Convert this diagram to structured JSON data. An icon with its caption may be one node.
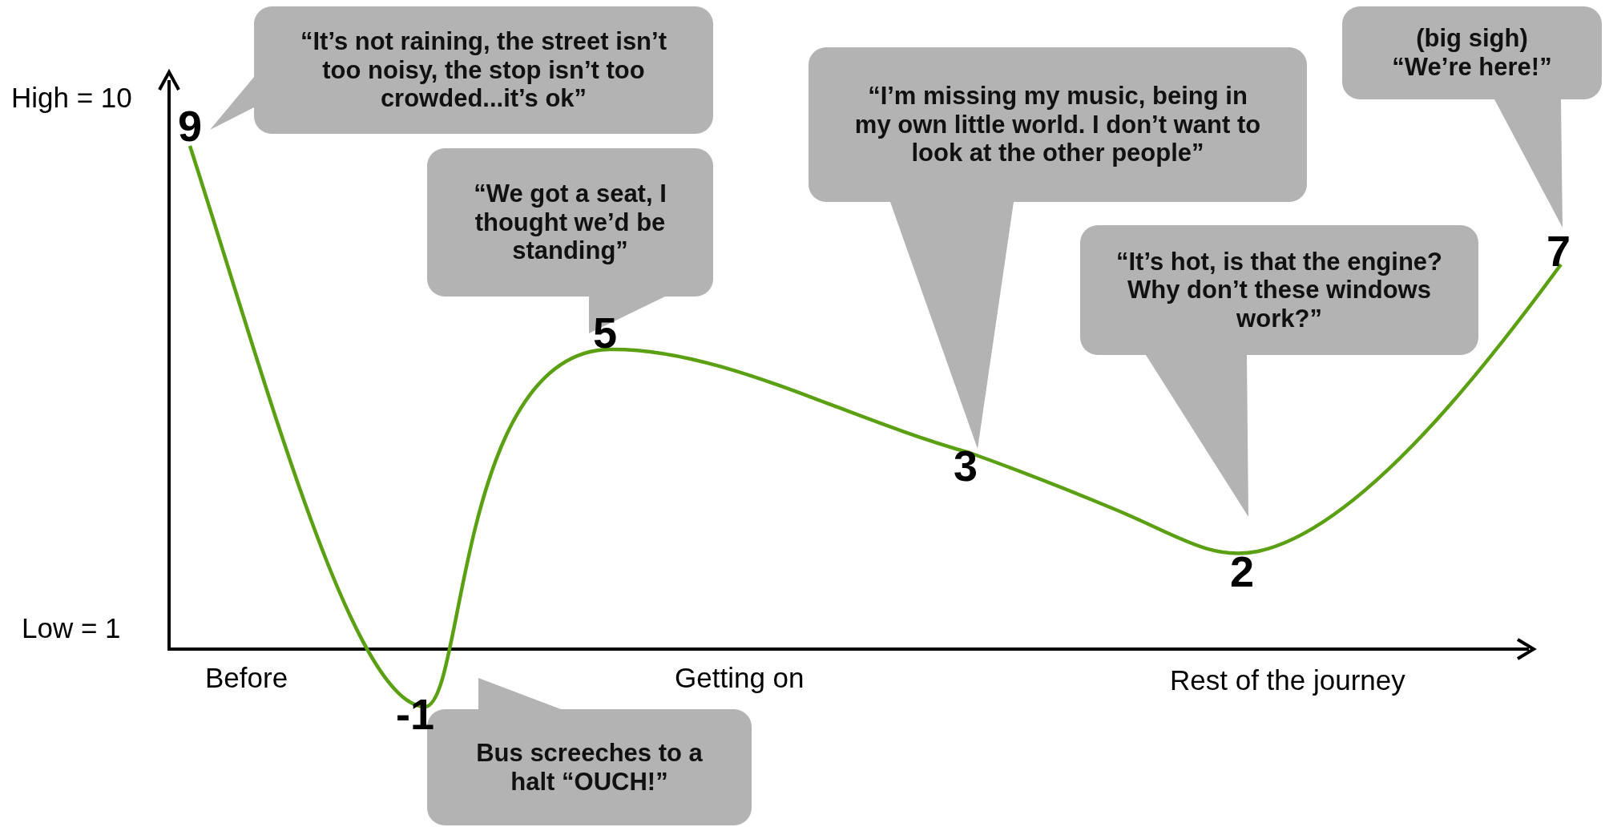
{
  "diagram": {
    "nodes": [
      {
        "text": [
          "“It’s not raining, the street isn’t too noisy, the stop isn’t too crowded...it’s ok”"
        ]
      },
      {
        "text": [
          "“We got a seat, I thought we’d be standing”"
        ]
      },
      {
        "text": [
          "“I’m missing my music, being in my own little world. I don’t want to look at the other people”"
        ]
      },
      {
        "text": [
          "“It’s hot, is that the engine? Why don’t these windows work?”"
        ]
      },
      {
        "text": [
          "(big sigh) “We’re here!”"
        ]
      },
      {
        "text": [
          "Bus screeches to a halt “OUCH!”"
        ]
      }
    ],
    "labels": [
      "High = 10",
      "9",
      "7",
      "5",
      "3",
      "2",
      "Low = 1",
      "Before",
      "Getting on",
      "Rest of the journey",
      "-1"
    ]
  }
}
